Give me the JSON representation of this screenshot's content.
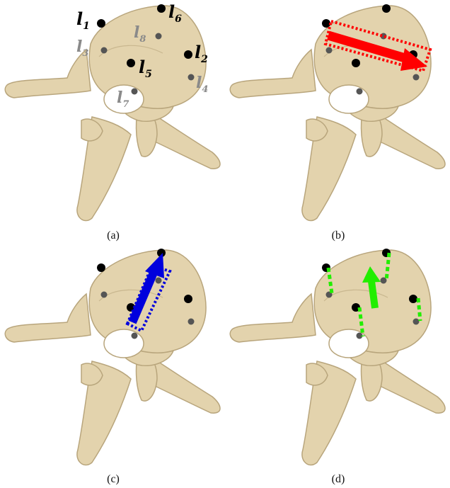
{
  "figure": {
    "panels": [
      {
        "id": "a",
        "caption": "(a)"
      },
      {
        "id": "b",
        "caption": "(b)"
      },
      {
        "id": "c",
        "caption": "(c)"
      },
      {
        "id": "d",
        "caption": "(d)"
      }
    ],
    "landmarks": {
      "l1": {
        "letter": "l",
        "index": "1"
      },
      "l2": {
        "letter": "l",
        "index": "2"
      },
      "l3": {
        "letter": "l",
        "index": "3"
      },
      "l4": {
        "letter": "l",
        "index": "4"
      },
      "l5": {
        "letter": "l",
        "index": "5"
      },
      "l6": {
        "letter": "l",
        "index": "6"
      },
      "l7": {
        "letter": "l",
        "index": "7"
      },
      "l8": {
        "letter": "l",
        "index": "8"
      }
    },
    "colors": {
      "bone": "#e3d3ad",
      "bone_shadow": "#b8a57c",
      "landmark_visible": "#000000",
      "landmark_hidden": "#555555",
      "label_hidden": "#8a8a8a",
      "arrow_b": "#ff0000",
      "arrow_c": "#0000dd",
      "arrow_d": "#22ee00"
    }
  }
}
